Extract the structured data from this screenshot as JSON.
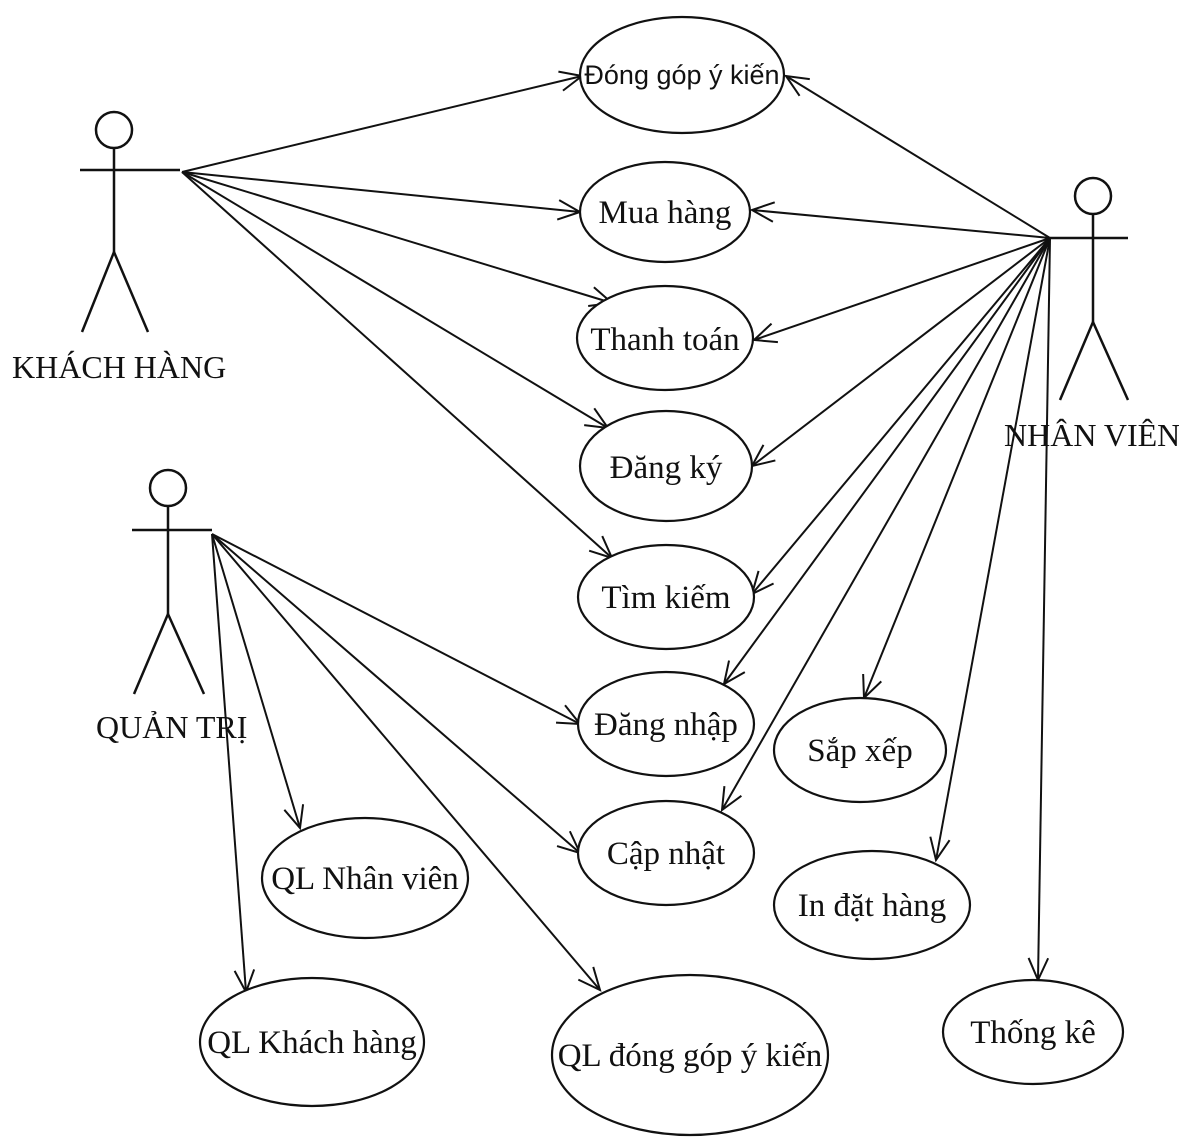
{
  "actors": {
    "khach_hang": "KHÁCH HÀNG",
    "nhan_vien": "NHÂN VIÊN",
    "quan_tri": "QUẢN TRỊ"
  },
  "use_cases": {
    "dong_gop_y_kien": "Đóng góp ý kiến",
    "mua_hang": "Mua hàng",
    "thanh_toan": "Thanh toán",
    "dang_ky": "Đăng ký",
    "tim_kiem": "Tìm kiếm",
    "dang_nhap": "Đăng nhập",
    "cap_nhat": "Cập nhật",
    "sap_xep": "Sắp xếp",
    "in_dat_hang": "In đặt hàng",
    "thong_ke": "Thống kê",
    "ql_nhan_vien": "QL Nhân viên",
    "ql_khach_hang": "QL Khách hàng",
    "ql_dong_gop_y_kien": "QL đóng góp ý kiến"
  },
  "associations": [
    {
      "from": "khach_hang",
      "to": "dong_gop_y_kien"
    },
    {
      "from": "khach_hang",
      "to": "mua_hang"
    },
    {
      "from": "khach_hang",
      "to": "thanh_toan"
    },
    {
      "from": "khach_hang",
      "to": "dang_ky"
    },
    {
      "from": "khach_hang",
      "to": "tim_kiem"
    },
    {
      "from": "nhan_vien",
      "to": "dong_gop_y_kien"
    },
    {
      "from": "nhan_vien",
      "to": "mua_hang"
    },
    {
      "from": "nhan_vien",
      "to": "thanh_toan"
    },
    {
      "from": "nhan_vien",
      "to": "dang_ky"
    },
    {
      "from": "nhan_vien",
      "to": "tim_kiem"
    },
    {
      "from": "nhan_vien",
      "to": "dang_nhap"
    },
    {
      "from": "nhan_vien",
      "to": "cap_nhat"
    },
    {
      "from": "nhan_vien",
      "to": "sap_xep"
    },
    {
      "from": "nhan_vien",
      "to": "in_dat_hang"
    },
    {
      "from": "nhan_vien",
      "to": "thong_ke"
    },
    {
      "from": "quan_tri",
      "to": "dang_nhap"
    },
    {
      "from": "quan_tri",
      "to": "cap_nhat"
    },
    {
      "from": "quan_tri",
      "to": "ql_nhan_vien"
    },
    {
      "from": "quan_tri",
      "to": "ql_khach_hang"
    },
    {
      "from": "quan_tri",
      "to": "ql_dong_gop_y_kien"
    }
  ]
}
